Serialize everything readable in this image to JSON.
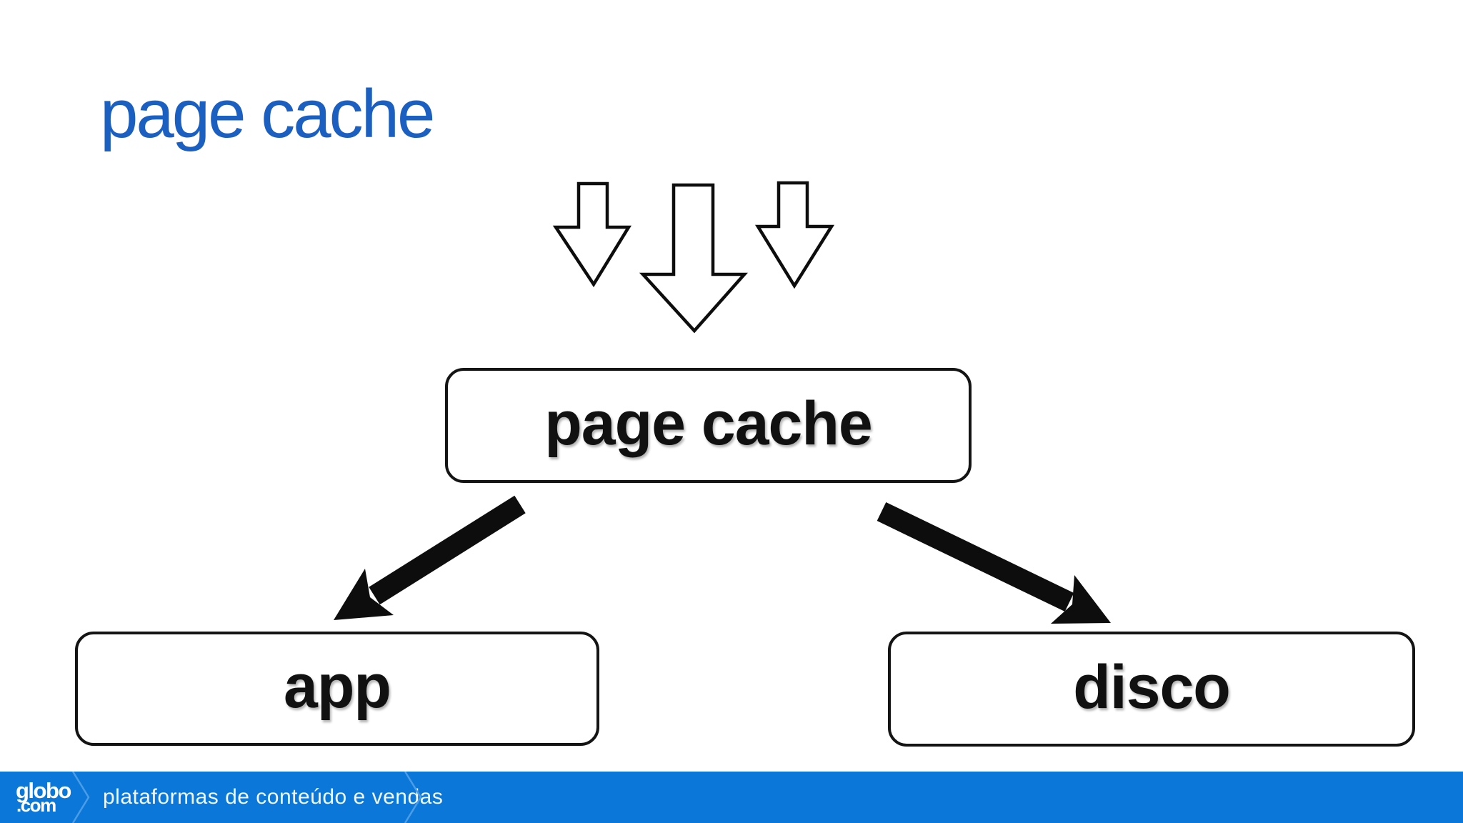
{
  "slide_title": "page cache",
  "diagram": {
    "nodes": [
      {
        "id": "page-cache",
        "label": "page cache"
      },
      {
        "id": "app",
        "label": "app"
      },
      {
        "id": "disco",
        "label": "disco"
      }
    ],
    "edges": [
      {
        "from": "page-cache",
        "to": "app"
      },
      {
        "from": "page-cache",
        "to": "disco"
      }
    ],
    "incoming_arrow_count": 3
  },
  "footer": {
    "logo_line1": "globo",
    "logo_line2": ".com",
    "breadcrumb": "plataformas de conteúdo e vendas"
  },
  "colors": {
    "title_blue": "#1b5fc1",
    "footer_blue": "#0b77d8",
    "footer_chevron_blue": "#4a9de6",
    "diagram_ink": "#0d0d0d"
  },
  "icons": {
    "incoming": [
      "down-arrow-icon",
      "down-arrow-icon",
      "down-arrow-icon"
    ],
    "edges": [
      "diagonal-arrow-icon",
      "diagonal-arrow-icon"
    ],
    "footer": [
      "chevron-right-icon",
      "chevron-right-icon"
    ]
  }
}
